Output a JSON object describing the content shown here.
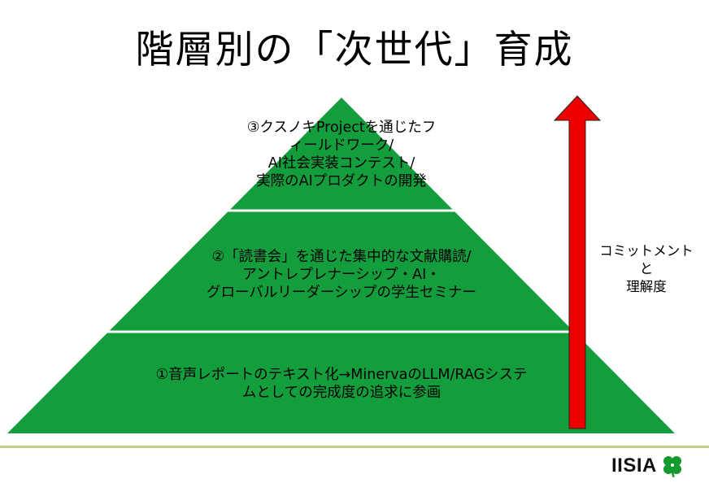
{
  "title": "階層別の「次世代」育成",
  "tiers": {
    "top": [
      "③クスノキProjectを通じたフ",
      "ィールドワーク/",
      "AI社会実装コンテスト/",
      "実際のAIプロダクトの開発"
    ],
    "middle": [
      "②「読書会」を通じた集中的な文献購読/",
      "アントレプレナーシップ・AI・",
      "グローバルリーダーシップの学生セミナー"
    ],
    "bottom": [
      "①音声レポートのテキスト化→MinervaのLLM/RAGシステ",
      "ムとしての完成度の追求に参画"
    ]
  },
  "arrow_label": [
    "コミットメント",
    "と",
    "理解度"
  ],
  "logo": {
    "text": "IISIA",
    "icon": "four-leaf-clover-icon"
  },
  "colors": {
    "pyramid": "#149d3c",
    "divider": "#ffffff",
    "arrow": "#ee0000",
    "arrow_edge": "#222222",
    "footer_line": "#c5d081",
    "clover": "#159a2e"
  }
}
